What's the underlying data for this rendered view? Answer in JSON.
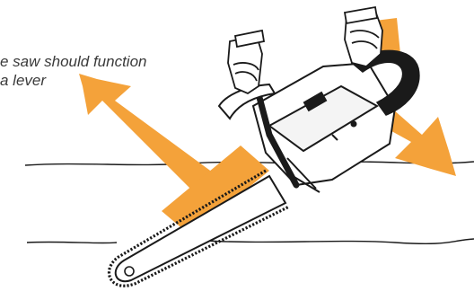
{
  "caption": {
    "line1": "e saw should function",
    "line2": "a lever"
  },
  "colors": {
    "arrow": "#F4A23A",
    "ink": "#1a1a1a",
    "paper": "#ffffff"
  },
  "illustration": {
    "subject": "chainsaw",
    "arrows": [
      "arrow-up-left",
      "arrow-down-right"
    ]
  }
}
